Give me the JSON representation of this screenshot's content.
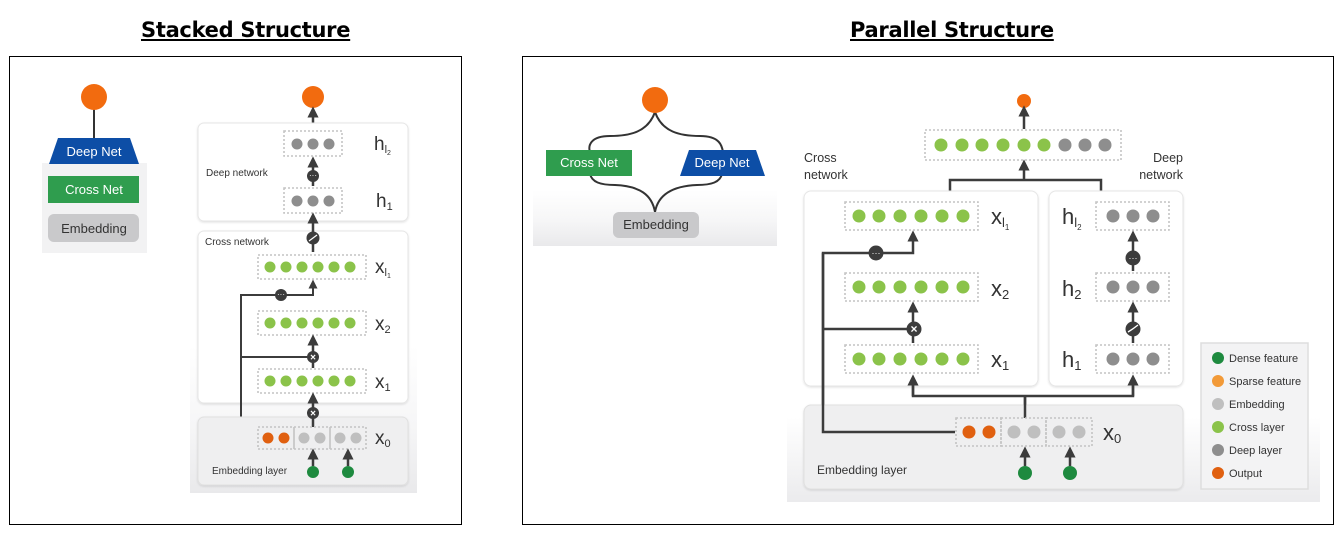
{
  "titles": {
    "stacked": "Stacked Structure",
    "parallel": "Parallel Structure"
  },
  "colors": {
    "output": "#f26b0f",
    "deep_net": "#0d4ea6",
    "cross_net": "#2f9d4e",
    "embedding_block": "#c9c9cb",
    "dense_feature": "#1e8a3f",
    "sparse_feature": "#f29a38",
    "embedding_node": "#bfbfbf",
    "cross_layer": "#8bc34a",
    "deep_layer": "#8e8e8e",
    "output_node": "#e06010",
    "line": "#3c3c3c"
  },
  "stacked": {
    "mini": {
      "deep_net": "Deep Net",
      "cross_net": "Cross Net",
      "embedding": "Embedding"
    },
    "detail": {
      "deep_network_label": "Deep network",
      "cross_network_label": "Cross network",
      "embedding_layer_label": "Embedding layer",
      "h_top": "h",
      "h_top_sub": "l",
      "h_top_subsub": "2",
      "h1": "h",
      "h1_sub": "1",
      "x_top": "x",
      "x_top_sub": "l",
      "x_top_subsub": "1",
      "x2": "x",
      "x2_sub": "2",
      "x1": "x",
      "x1_sub": "1",
      "x0": "x",
      "x0_sub": "0"
    }
  },
  "parallel": {
    "mini": {
      "cross_net": "Cross Net",
      "deep_net": "Deep Net",
      "embedding": "Embedding"
    },
    "detail": {
      "cross_network_label_1": "Cross",
      "cross_network_label_2": "network",
      "deep_network_label_1": "Deep",
      "deep_network_label_2": "network",
      "embedding_layer_label": "Embedding layer",
      "x_top": "x",
      "x_top_sub": "l",
      "x_top_subsub": "1",
      "x2": "x",
      "x2_sub": "2",
      "x1": "x",
      "x1_sub": "1",
      "h_top": "h",
      "h_top_sub": "l",
      "h_top_subsub": "2",
      "h2": "h",
      "h2_sub": "2",
      "h1": "h",
      "h1_sub": "1",
      "x0": "x",
      "x0_sub": "0"
    },
    "legend": [
      {
        "label": "Dense feature",
        "color_key": "dense_feature"
      },
      {
        "label": "Sparse feature",
        "color_key": "sparse_feature"
      },
      {
        "label": "Embedding",
        "color_key": "embedding_node"
      },
      {
        "label": "Cross layer",
        "color_key": "cross_layer"
      },
      {
        "label": "Deep layer",
        "color_key": "deep_layer"
      },
      {
        "label": "Output",
        "color_key": "output_node"
      }
    ]
  }
}
